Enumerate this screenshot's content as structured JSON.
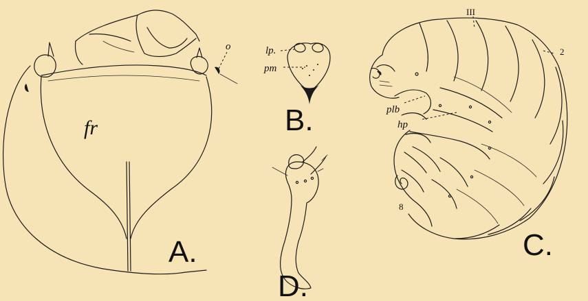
{
  "figure": {
    "panels": [
      {
        "id": "A",
        "letter": "A."
      },
      {
        "id": "B",
        "letter": "B."
      },
      {
        "id": "C",
        "letter": "C."
      },
      {
        "id": "D",
        "letter": "D."
      }
    ],
    "labels": {
      "A": {
        "fr": "fr",
        "o": "o"
      },
      "B": {
        "lp": "lp.",
        "pm": "pm"
      },
      "C": {
        "III": "III",
        "two": "2",
        "plb": "plb",
        "hp": "hp",
        "eight": "8"
      }
    }
  }
}
